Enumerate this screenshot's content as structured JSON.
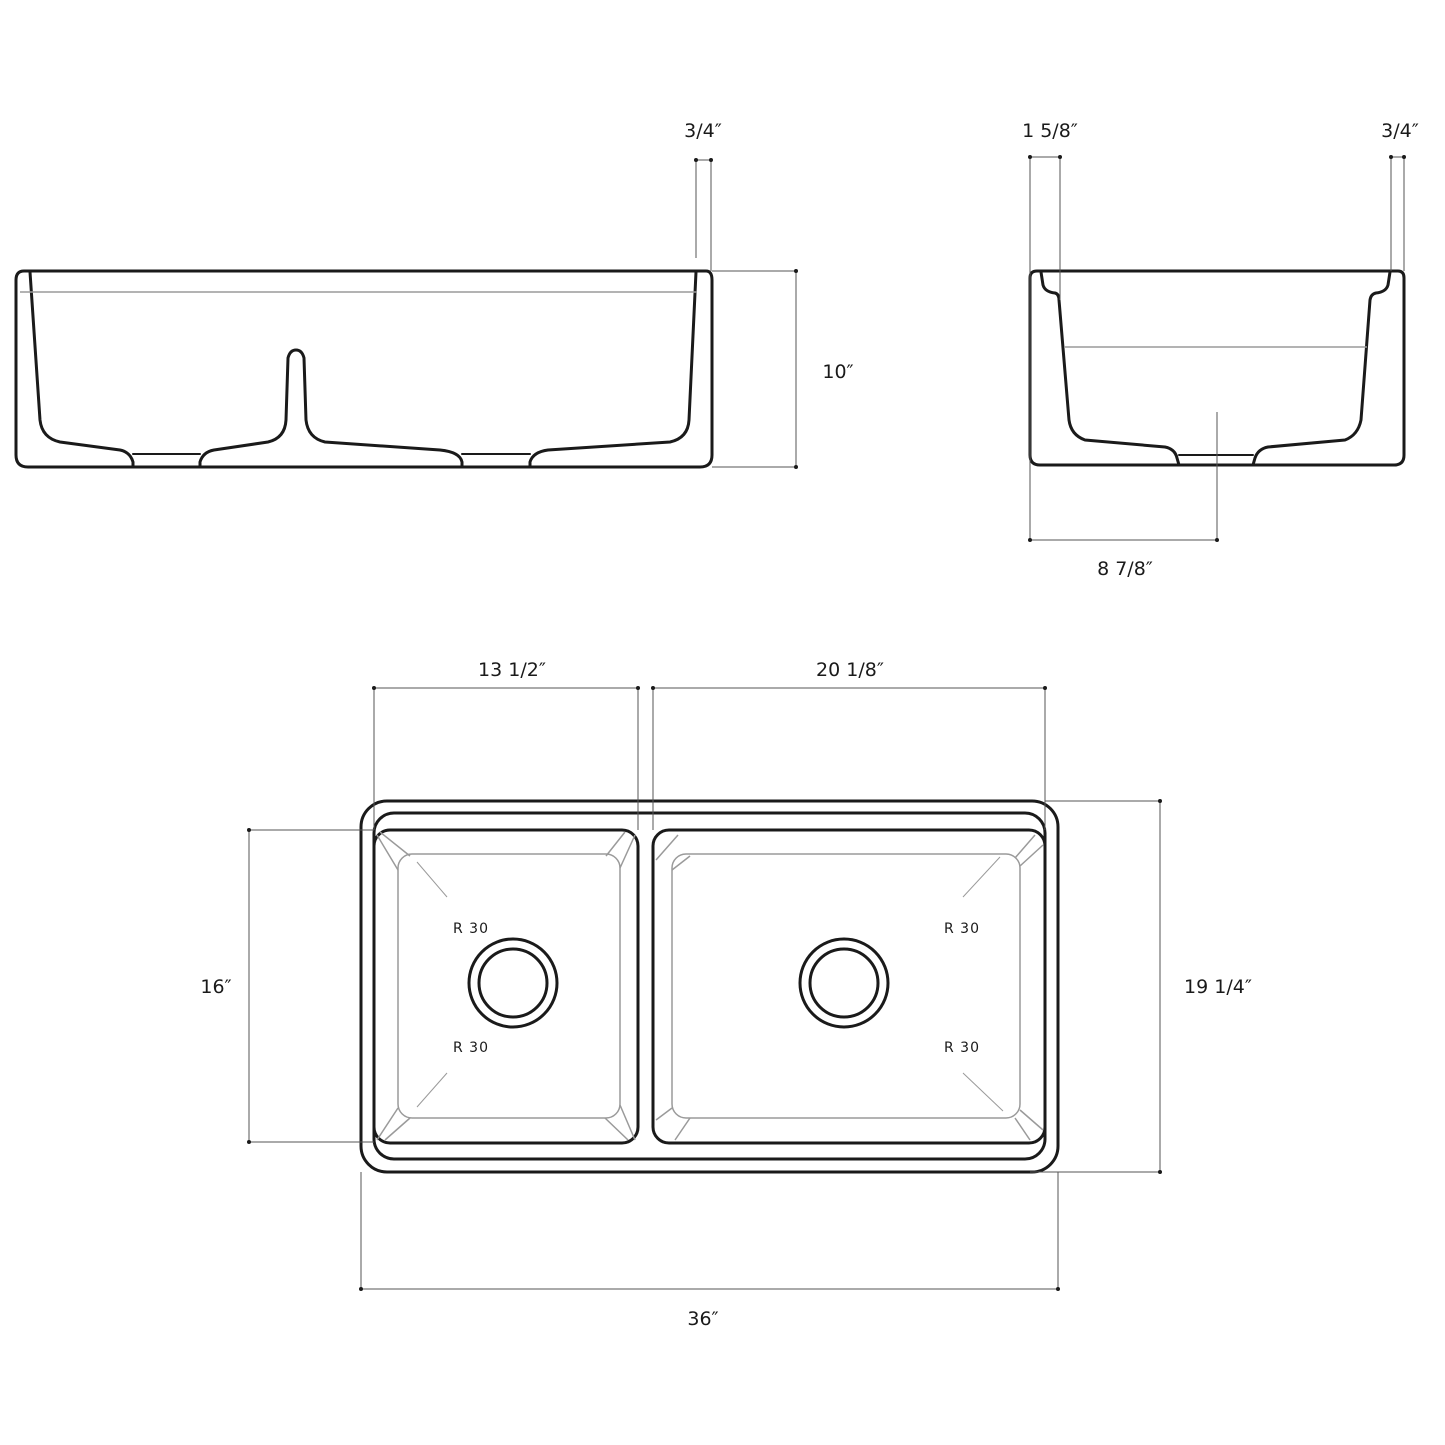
{
  "front_view": {
    "rim_thickness_label": "3/4″",
    "height_label": "10″"
  },
  "side_view": {
    "front_lip_label": "1 5/8″",
    "rear_rim_label": "3/4″",
    "drain_offset_label": "8 7/8″"
  },
  "top_view": {
    "left_bowl_width_label": "13 1/2″",
    "right_bowl_width_label": "20 1/8″",
    "bowl_depth_label": "16″",
    "overall_depth_label": "19 1/4″",
    "overall_width_label": "36″",
    "corner_radius_labels": [
      "R 30",
      "R 30",
      "R 30",
      "R 30"
    ]
  },
  "colors": {
    "line": "#1a1a1a",
    "dimension": "#555555",
    "secondary": "#9a9a9a"
  }
}
